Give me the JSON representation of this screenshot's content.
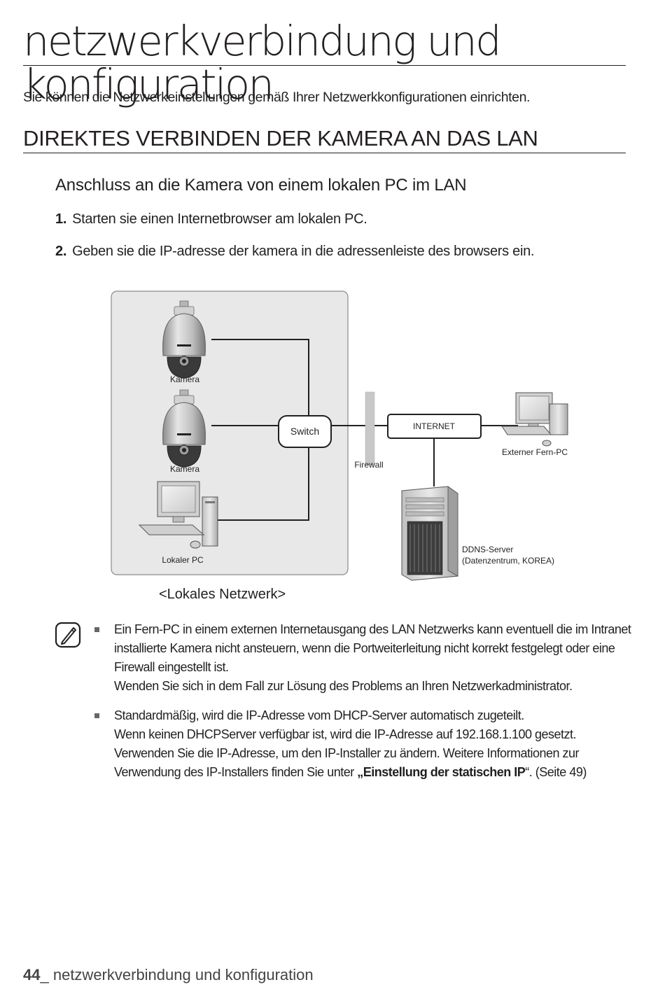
{
  "page": {
    "title": "netzwerkverbindung und konfiguration",
    "intro": "Sie können die Netzwerkeinstellungen gemäß Ihrer Netzwerkkonfigurationen einrichten.",
    "section_title": "DIREKTES VERBINDEN DER KAMERA AN DAS LAN",
    "subsection_title": "Anschluss an die Kamera von einem lokalen PC im LAN",
    "steps": [
      {
        "number": "1.",
        "text": "Starten sie einen Internetbrowser am lokalen PC."
      },
      {
        "number": "2.",
        "text": "Geben sie die IP-adresse der kamera in die adressenleiste des browsers ein."
      }
    ]
  },
  "diagram": {
    "labels": {
      "camera_1": "Kamera",
      "camera_2": "Kamera",
      "local_pc": "Lokaler PC",
      "switch": "Switch",
      "firewall": "Firewall",
      "internet": "INTERNET",
      "external_pc": "Externer Fern-PC",
      "ddns_line1": "DDNS-Server",
      "ddns_line2": "(Datenzentrum, KOREA)"
    },
    "caption": "<Lokales Netzwerk>",
    "colors": {
      "lan_background": "#e8e8e8",
      "lan_border": "#8a8a8a",
      "firewall": "#c8c8c8",
      "lines": "#231f20"
    }
  },
  "notes": {
    "icon": "note-pencil-icon",
    "items": [
      {
        "lines": [
          "Ein Fern-PC in einem externen Internetausgang des LAN Netzwerks kann eventuell die im Intranet installierte Kamera nicht ansteuern, wenn die Portweiterleitung nicht korrekt festgelegt oder eine Firewall eingestellt ist.",
          "Wenden Sie sich in dem Fall zur Lösung des Problems an Ihren Netzwerkadministrator."
        ]
      },
      {
        "lines": [
          "Standardmäßig, wird die IP-Adresse vom DHCP-Server automatisch zugeteilt.",
          "Wenn keinen DHCPServer verfügbar ist, wird die IP-Adresse auf 192.168.1.100 gesetzt. Verwenden Sie die IP-Adresse, um den IP-Installer zu ändern. Weitere Informationen zur Verwendung des IP-Installers finden Sie unter "
        ],
        "link_open_quote": "„",
        "link_text": "Einstellung der statischen IP",
        "link_close_quote": "“",
        "link_suffix": ". (Seite 49)"
      }
    ]
  },
  "footer": {
    "page_number": "44",
    "separator": "_ ",
    "text": "netzwerkverbindung und konfiguration"
  }
}
